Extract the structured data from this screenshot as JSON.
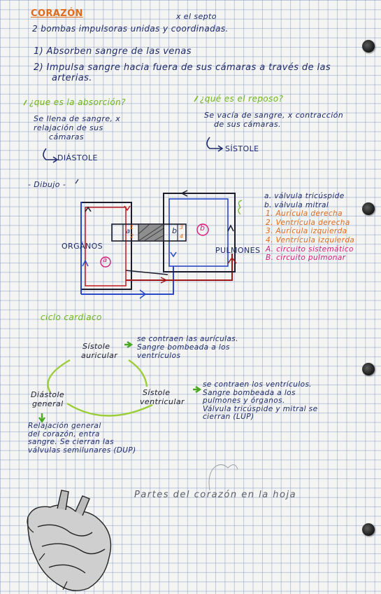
{
  "title": "CORAZÓN",
  "septum_note": "x el septo",
  "intro": "2 bombas impulsoras unidas y coordinadas.",
  "functions": [
    "1) Absorben sangre de las venas",
    "2) Impulsa sangre hacia fuera de sus cámaras a través de las",
    "arterias."
  ],
  "absorption": {
    "question": "¿que es la absorción?",
    "line1": "Se llena de sangre, x",
    "line2": "relajación de sus",
    "line3": "cámaras",
    "term": "DIÁSTOLE"
  },
  "repose": {
    "question": "¿qué es el reposo?",
    "line1": "Se vacía de sangre, x contracción",
    "line2": "de sus cámaras.",
    "term": "SÍSTOLE"
  },
  "drawing_label": "- Dibujo -",
  "diagram": {
    "left_label": "ORGÁNOS",
    "right_label": "PULMONES",
    "a": "a",
    "b": "b",
    "circle_a": "a",
    "circle_b": "b",
    "n1": "1",
    "n2": "2",
    "n3": "3",
    "n4": "4"
  },
  "legend": [
    {
      "text": "a. válvula tricúspide",
      "color": "#1d2a6b"
    },
    {
      "text": "b. válvula mitral",
      "color": "#1d2a6b"
    },
    {
      "text": "1. Aurícula derecha",
      "color": "#e06a1a"
    },
    {
      "text": "2. Ventrícula derecha",
      "color": "#e06a1a"
    },
    {
      "text": "3. Aurícula izquierda",
      "color": "#e06a1a"
    },
    {
      "text": "4. Ventrícula izquierda",
      "color": "#e06a1a"
    },
    {
      "text": "A. circuito sistemático",
      "color": "#d91a7a"
    },
    {
      "text": "B. circuito pulmonar",
      "color": "#d91a7a"
    }
  ],
  "cycle": {
    "heading": "ciclo cardiaco",
    "auricular_term1": "Sístole",
    "auricular_term2": "auricular",
    "auricular_desc": [
      "se contraen las aurículas.",
      "Sangre bombeada a los",
      "ventrículos"
    ],
    "ventricular_term1": "Sístole",
    "ventricular_term2": "ventricular",
    "ventricular_desc": [
      "se contraen los ventrículos.",
      "Sangre bombeada a los",
      "pulmones y órganos.",
      "Válvula tricúspide y mitral se",
      "cierran (LUP)"
    ],
    "diastole_term1": "Diástole",
    "diastole_term2": "general",
    "diastole_desc": [
      "Relajación general",
      "del corazón, entra",
      "sangre. Se cierran las",
      "válvulas semilunares (DUP)"
    ]
  },
  "footer": "Partes del corazón en la hoja"
}
